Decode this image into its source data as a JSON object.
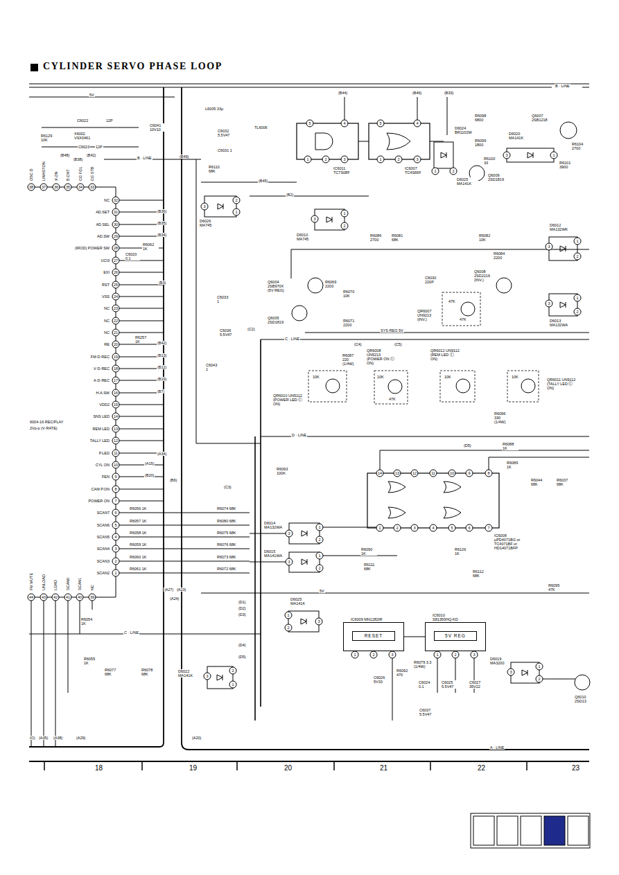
{
  "diagram": {
    "title": "CYLINDER SERVO PHASE LOOP",
    "nodes": [
      {
        "text": [
          "IC6009 MN1282IR"
        ]
      },
      {
        "text": [
          "RESET"
        ],
        "in": 0
      },
      {
        "text": [
          "IC6010 S81350HQ-KD"
        ]
      },
      {
        "text": [
          "5V REG"
        ],
        "in": 2
      }
    ],
    "edges": [
      {
        "from": 2,
        "to": 0,
        "arrow": "none"
      }
    ],
    "labels": [
      "5V",
      "B · LINE",
      "(B44)",
      "(B46)",
      "(B33)",
      "C6022",
      "12P",
      "X6002 VSX0461",
      "C6023",
      "12P",
      "R6129 10K",
      "C6041 10V10",
      "L6005 33μ",
      "C6032 5.5V47",
      "C6031 1",
      "TL6006",
      "(B48)",
      "(B38)",
      "(B42)",
      "B · LINE",
      "(B49)",
      "R6110 68K",
      "(B45)",
      "(B2)",
      "IC6011 TC7S08F",
      "IC6007 TC4S66F",
      "D6024 BR1102W",
      "D6025 MA141K",
      "R6098 6800",
      "R6099 1800",
      "R6100 33",
      "D6020 MA141K",
      "R6101 3900",
      "R6104 2700",
      "Q6007 2SB1218",
      "Q6009 2SD1819",
      "D6026 MA745",
      "D6010 MA745",
      "R6086 2700",
      "R6081 68K",
      "R6082 10K",
      "D6012 MA132WK",
      "R6084 2200",
      "C6030 220P",
      "Q6008 2SD2216 (INV.)",
      "QR6007 UN9213 (INV.)",
      "47K",
      "47K",
      "D6013 MA132WA",
      "Q6004 2SB970X (5V REG)",
      "R6069 2200",
      "R6070 10K",
      "Q6005 2SD1819",
      "R6071 2200",
      "C6033 1",
      "C6036 5.5V47",
      "(C2)",
      "C · LINE",
      "SYS REG 5V",
      "(C4)",
      "(C5)",
      "R6087 220 (1/4W)",
      "QR6008 UN5213 (POWER ON Ⓛ ON)",
      "10K",
      "47K",
      "QR6012 UN9112 (REM LED Ⓛ ON)",
      "10K",
      "QR6011 UN9112 (TALLY LED Ⓛ ON)",
      "10K",
      "QR6010 UN5112 (POWER LED Ⓛ ON)",
      "10K",
      "C6043 1",
      "R6096 330 (1/4W)",
      "D · LINE",
      "(D5)",
      "R6088 1K",
      "R6089 1K",
      "R6044 68K",
      "R6037 68K",
      "R6093 100K",
      "IC6008 μPD4071BG or TC4071BF or HD14071BFP",
      "D6014 MA132WA",
      "D6015 MA141WA",
      "R6090 1K",
      "R6111 68K",
      "R6126 1K",
      "R6112 68K",
      "R6095 47K",
      "5V",
      "D6025 MA141K",
      "R6079 3.3 (1/4W)",
      "R6092 470",
      "C6026 5V33",
      "C6024 0.1",
      "C6025 5.5V47",
      "C6027 35V22",
      "D6019 MA3200",
      "C6037 5.5V47",
      "Q6010 2SD13",
      "6004-16 REC/PLAY",
      "2Vp-p (V·RATE)",
      "(A27)",
      "(A23)",
      "(A24)",
      "(D1)",
      "(D2)",
      "(D3)",
      "(D4)",
      "(D5)",
      "R6054 1K",
      "C · LINE",
      "R6055 1K",
      "R6077 68K",
      "R6078 68K",
      "D6022 MA141K",
      "(A20)",
      "IO)",
      "(A35)",
      "(A38)",
      "(A29)",
      "A · LINE",
      "18",
      "19",
      "20",
      "21",
      "22",
      "23",
      "(B36)",
      "(B35)",
      "(B34)",
      "R6062 1K",
      "C6020 0.1",
      "(B3)",
      "R6257 1K",
      "(B42)",
      "(B13)",
      "(B12)",
      "(B19)",
      "(B7)",
      "(A15)",
      "(A34)",
      "(B20)",
      "(B6)",
      "(C3)",
      "R6056 1K",
      "R6057 1K",
      "R6058 1K",
      "R6059 1K",
      "R6060 1K",
      "R6061 1K",
      "R6074 68K",
      "R6080 68K",
      "R6075 68K",
      "R6076 68K",
      "R6073 68K",
      "R6072 68K",
      "OSC D",
      "38",
      "LINHSTON",
      "37",
      "X.ON",
      "36",
      "B.CNT",
      "35",
      "CG FGL",
      "34",
      "CG STB",
      "33",
      "NC",
      "32",
      "AD.SET",
      "31",
      "AD.SEL",
      "30",
      "AD.SW",
      "29",
      "(IROD) POWER SW",
      "28",
      "UCI3",
      "27",
      "EXI",
      "26",
      "RST",
      "25",
      "VSS",
      "24",
      "NC",
      "23",
      "NC",
      "22",
      "NC",
      "21",
      "RE",
      "20",
      "FM·D·REC",
      "19",
      "V·D·REC",
      "18",
      "A·D·REC",
      "17",
      "H.A.SW",
      "16",
      "VDD2",
      "15",
      "SNS LED",
      "14",
      "REM LED",
      "13",
      "TALLY LED",
      "12",
      "P.LED",
      "11",
      "CYL ON",
      "10",
      "FEN",
      "9",
      "CAM P.ON",
      "8",
      "POWER ON",
      "7",
      "SCAN7",
      "6",
      "SCAN6",
      "5",
      "SCAN5",
      "4",
      "SCAN4",
      "3",
      "SCAN3",
      "2",
      "SCAN2",
      "1",
      "FM MUTE",
      "44",
      "UNLOAD",
      "43",
      "LOAD",
      "42",
      "SCAN0",
      "41",
      "SCAN1",
      "40",
      "NC",
      "39",
      "5",
      "4",
      "1",
      "2",
      "3",
      "5",
      "4",
      "1",
      "2",
      "3",
      "1",
      "2",
      "3",
      "1",
      "3",
      "2",
      "1",
      "3",
      "1",
      "2",
      "3",
      "1",
      "2",
      "3",
      "1",
      "2",
      "14",
      "13",
      "12",
      "11",
      "10",
      "9",
      "8",
      "1",
      "2",
      "3",
      "4",
      "5",
      "6",
      "7",
      "3",
      "1",
      "2",
      "3",
      "1",
      "2",
      "1",
      "2",
      "3",
      "1",
      "2",
      "3",
      "1",
      "2",
      "3",
      "3",
      "2",
      "1",
      "3",
      "1",
      "2"
    ]
  }
}
